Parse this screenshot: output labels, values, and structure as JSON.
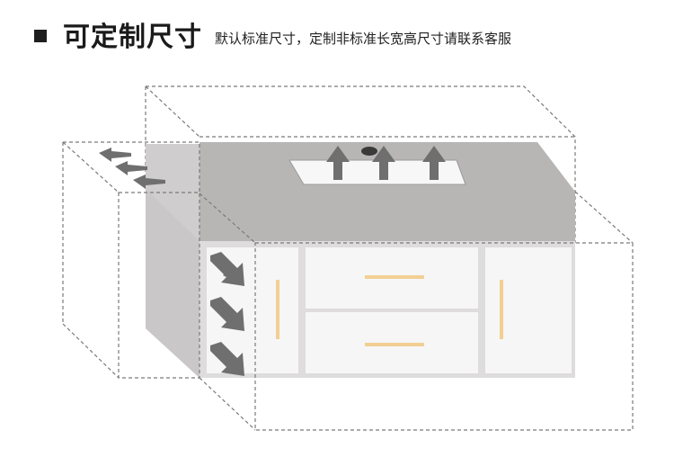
{
  "header": {
    "title": "可定制尺寸",
    "subtitle": "默认标准尺寸，定制非标准长宽高尺寸请联系客服"
  },
  "illustration": {
    "subject": "cabinet-with-sink",
    "colors": {
      "top": "#b8b5b5",
      "body": "#cfcdcd",
      "front": "#e7e5e5",
      "panel": "#f6f6f6",
      "handle": "#f2cf93",
      "arrow": "#6f6f6f",
      "dashed": "#7a7a7a"
    }
  }
}
